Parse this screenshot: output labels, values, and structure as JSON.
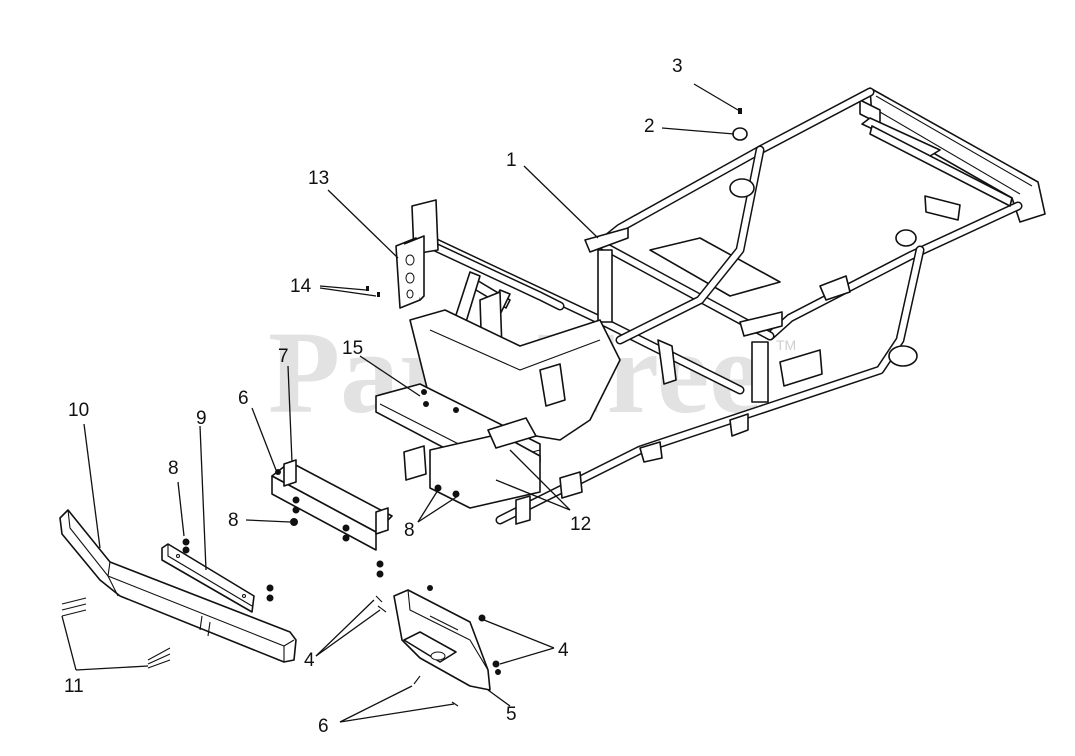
{
  "watermark": {
    "text": "PartsTree",
    "tm": "TM"
  },
  "callouts": [
    {
      "id": "c1",
      "label": "1"
    },
    {
      "id": "c2",
      "label": "2"
    },
    {
      "id": "c3",
      "label": "3"
    },
    {
      "id": "c4a",
      "label": "4"
    },
    {
      "id": "c4b",
      "label": "4"
    },
    {
      "id": "c5",
      "label": "5"
    },
    {
      "id": "c6a",
      "label": "6"
    },
    {
      "id": "c6b",
      "label": "6"
    },
    {
      "id": "c7",
      "label": "7"
    },
    {
      "id": "c8a",
      "label": "8"
    },
    {
      "id": "c8b",
      "label": "8"
    },
    {
      "id": "c8c",
      "label": "8"
    },
    {
      "id": "c9",
      "label": "9"
    },
    {
      "id": "c10",
      "label": "10"
    },
    {
      "id": "c11",
      "label": "11"
    },
    {
      "id": "c12",
      "label": "12"
    },
    {
      "id": "c13",
      "label": "13"
    },
    {
      "id": "c14",
      "label": "14"
    },
    {
      "id": "c15",
      "label": "15"
    }
  ]
}
